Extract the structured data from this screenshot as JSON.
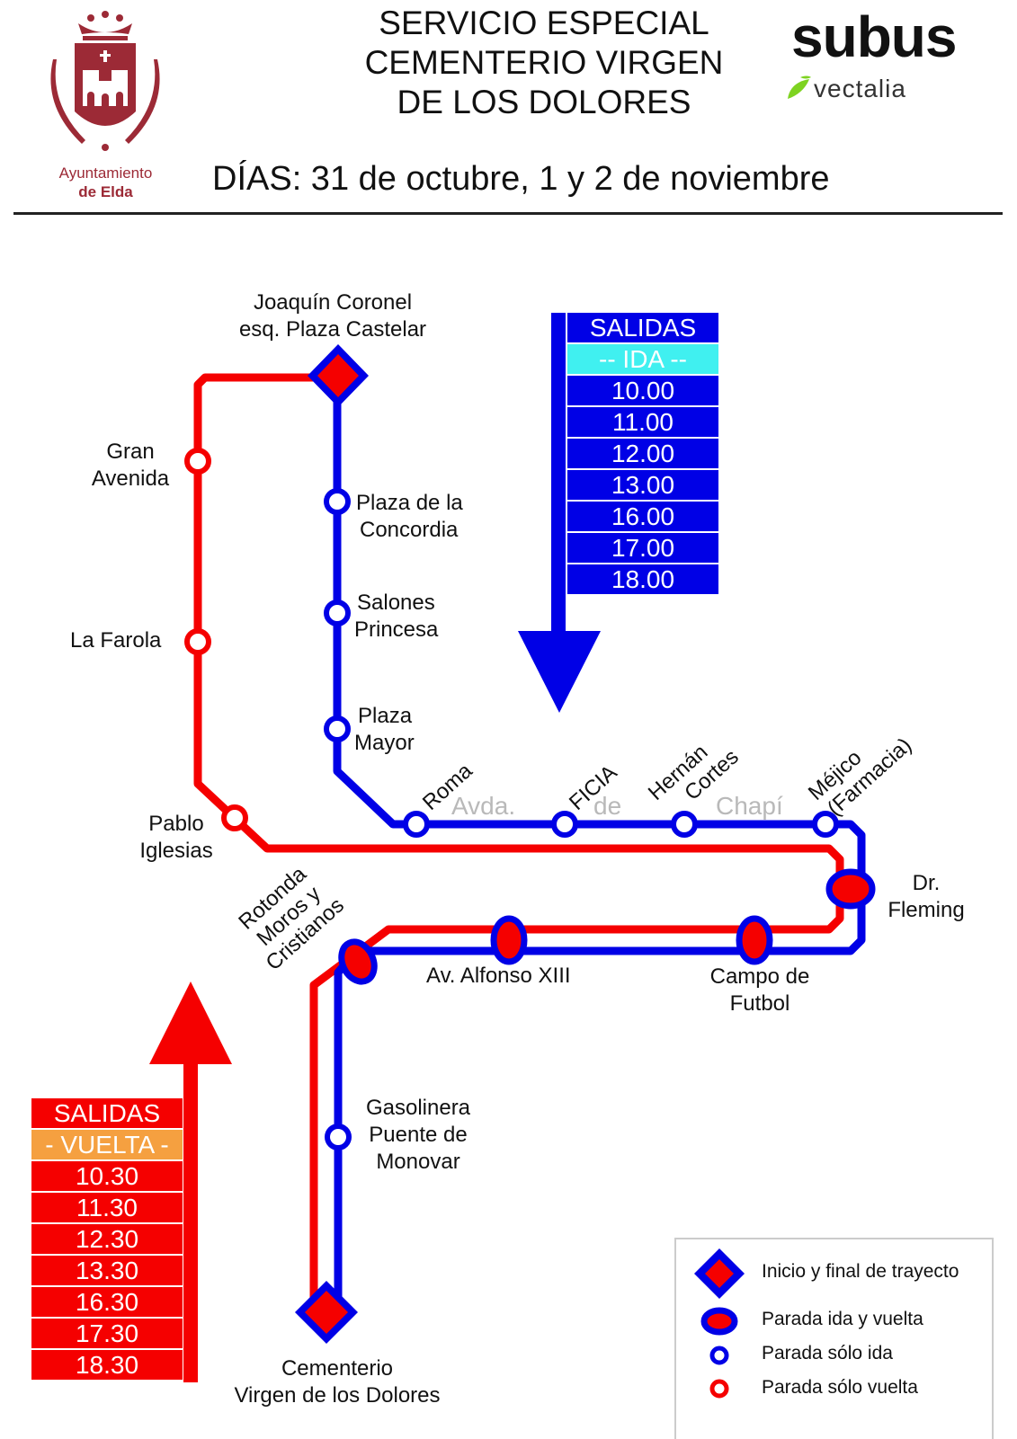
{
  "header": {
    "title_lines": [
      "SERVICIO ESPECIAL",
      "CEMENTERIO VIRGEN",
      "DE LOS DOLORES"
    ],
    "days": "DÍAS: 31 de octubre, 1 y 2 de noviembre",
    "municipality": {
      "line1": "Ayuntamiento",
      "line2": "de Elda",
      "icon": "coat-of-arms-icon"
    },
    "operator": {
      "brand": "subus",
      "sub_brand": "vectalia",
      "icon": "vectalia-leaf-icon"
    }
  },
  "colors": {
    "ida": "#0000e6",
    "vuelta": "#f50000",
    "ida_sub": "#40f0f0",
    "vuelta_sub": "#f5a040",
    "brand_red": "#9c2a36",
    "vectalia_green": "#7ed321"
  },
  "schedule_ida": {
    "title": "SALIDAS",
    "subtitle": "-- IDA --",
    "times": [
      "10.00",
      "11.00",
      "12.00",
      "13.00",
      "16.00",
      "17.00",
      "18.00"
    ]
  },
  "schedule_vuelta": {
    "title": "SALIDAS",
    "subtitle": "- VUELTA -",
    "times": [
      "10.30",
      "11.30",
      "12.30",
      "13.30",
      "16.30",
      "17.30",
      "18.30"
    ]
  },
  "street_name": [
    "Avda.",
    "de",
    "Chapí"
  ],
  "stops": {
    "start": {
      "line1": "Joaquín Coronel",
      "line2": "esq. Plaza Castelar",
      "type": "inicio-final"
    },
    "gran_avenida": {
      "line1": "Gran",
      "line2": "Avenida",
      "type": "solo-vuelta"
    },
    "la_farola": {
      "line1": "La Farola",
      "type": "solo-vuelta"
    },
    "pablo_iglesias": {
      "line1": "Pablo",
      "line2": "Iglesias",
      "type": "solo-vuelta"
    },
    "plaza_concordia": {
      "line1": "Plaza de la",
      "line2": "Concordia",
      "type": "solo-ida"
    },
    "salones_princesa": {
      "line1": "Salones",
      "line2": "Princesa",
      "type": "solo-ida"
    },
    "plaza_mayor": {
      "line1": "Plaza",
      "line2": "Mayor",
      "type": "solo-ida"
    },
    "roma": {
      "line1": "Roma",
      "type": "solo-ida"
    },
    "ficia": {
      "line1": "FICIA",
      "type": "solo-ida"
    },
    "hernan_cortes": {
      "line1": "Hernán",
      "line2": "Cortes",
      "type": "solo-ida"
    },
    "mejico": {
      "line1": "Méjico",
      "line2": "(Farmacia)",
      "type": "solo-ida"
    },
    "dr_fleming": {
      "line1": "Dr.",
      "line2": "Fleming",
      "type": "ida-vuelta"
    },
    "campo_futbol": {
      "line1": "Campo de",
      "line2": "Futbol",
      "type": "ida-vuelta"
    },
    "alfonso_xiii": {
      "line1": "Av. Alfonso XIII",
      "type": "ida-vuelta"
    },
    "rotonda": {
      "line1": "Rotonda",
      "line2": "Moros y",
      "line3": "Cristianos",
      "type": "ida-vuelta"
    },
    "gasolinera": {
      "line1": "Gasolinera",
      "line2": "Puente de",
      "line3": "Monovar",
      "type": "solo-ida"
    },
    "end": {
      "line1": "Cementerio",
      "line2": "Virgen de los Dolores",
      "type": "inicio-final"
    }
  },
  "legend": {
    "items": [
      {
        "label": "Inicio y final de trayecto",
        "icon": "diamond-stop-icon"
      },
      {
        "label": "Parada ida y vuelta",
        "icon": "oval-stop-icon"
      },
      {
        "label": "Parada sólo ida",
        "icon": "blue-ring-stop-icon"
      },
      {
        "label": "Parada sólo vuelta",
        "icon": "red-ring-stop-icon"
      }
    ]
  }
}
